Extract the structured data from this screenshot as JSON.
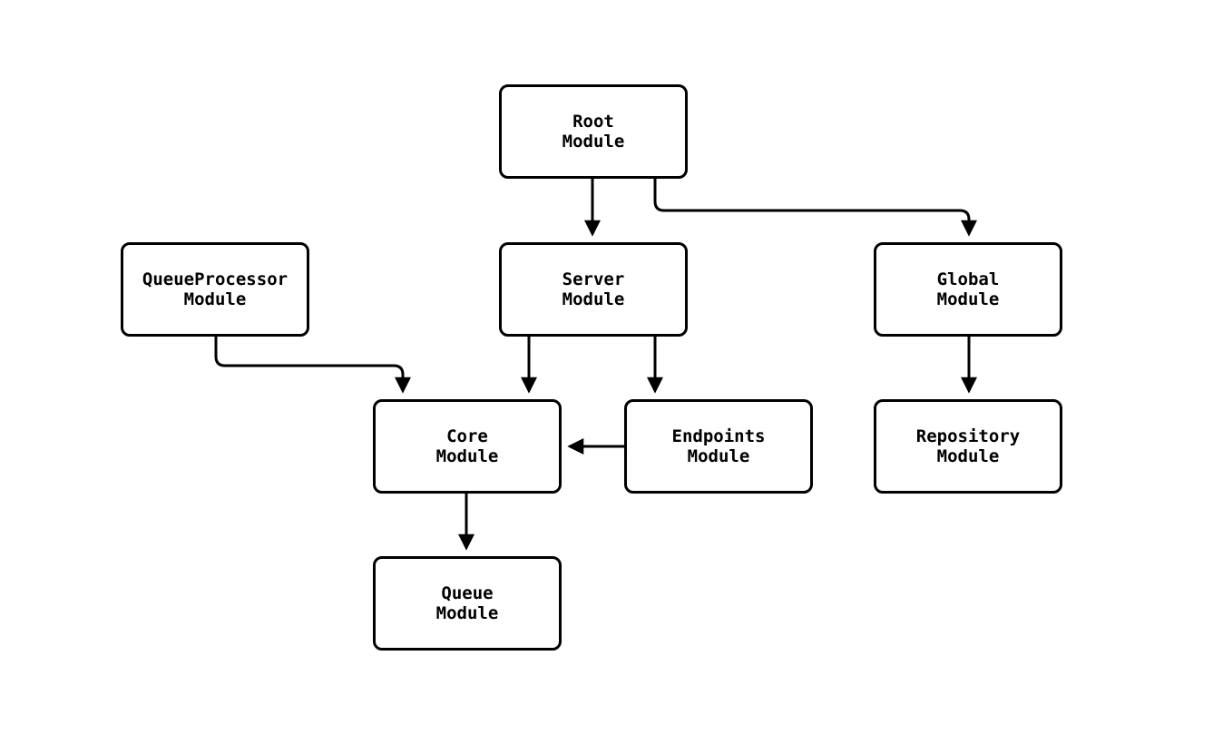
{
  "diagram": {
    "background_color": "#ffffff",
    "node_fill_color": "#ffffff",
    "node_border_color": "#000000",
    "node_text_color": "#000000",
    "edge_color": "#000000",
    "nodes": [
      {
        "id": "root",
        "label": "Root\nModule"
      },
      {
        "id": "queueprocessor",
        "label": "QueueProcessor\nModule"
      },
      {
        "id": "server",
        "label": "Server\nModule"
      },
      {
        "id": "global",
        "label": "Global\nModule"
      },
      {
        "id": "core",
        "label": "Core\nModule"
      },
      {
        "id": "endpoints",
        "label": "Endpoints\nModule"
      },
      {
        "id": "repository",
        "label": "Repository\nModule"
      },
      {
        "id": "queue",
        "label": "Queue\nModule"
      }
    ],
    "edges": [
      {
        "from": "root",
        "to": "server"
      },
      {
        "from": "root",
        "to": "global"
      },
      {
        "from": "queueprocessor",
        "to": "core"
      },
      {
        "from": "server",
        "to": "core"
      },
      {
        "from": "server",
        "to": "endpoints"
      },
      {
        "from": "global",
        "to": "repository"
      },
      {
        "from": "endpoints",
        "to": "core"
      },
      {
        "from": "core",
        "to": "queue"
      }
    ]
  }
}
